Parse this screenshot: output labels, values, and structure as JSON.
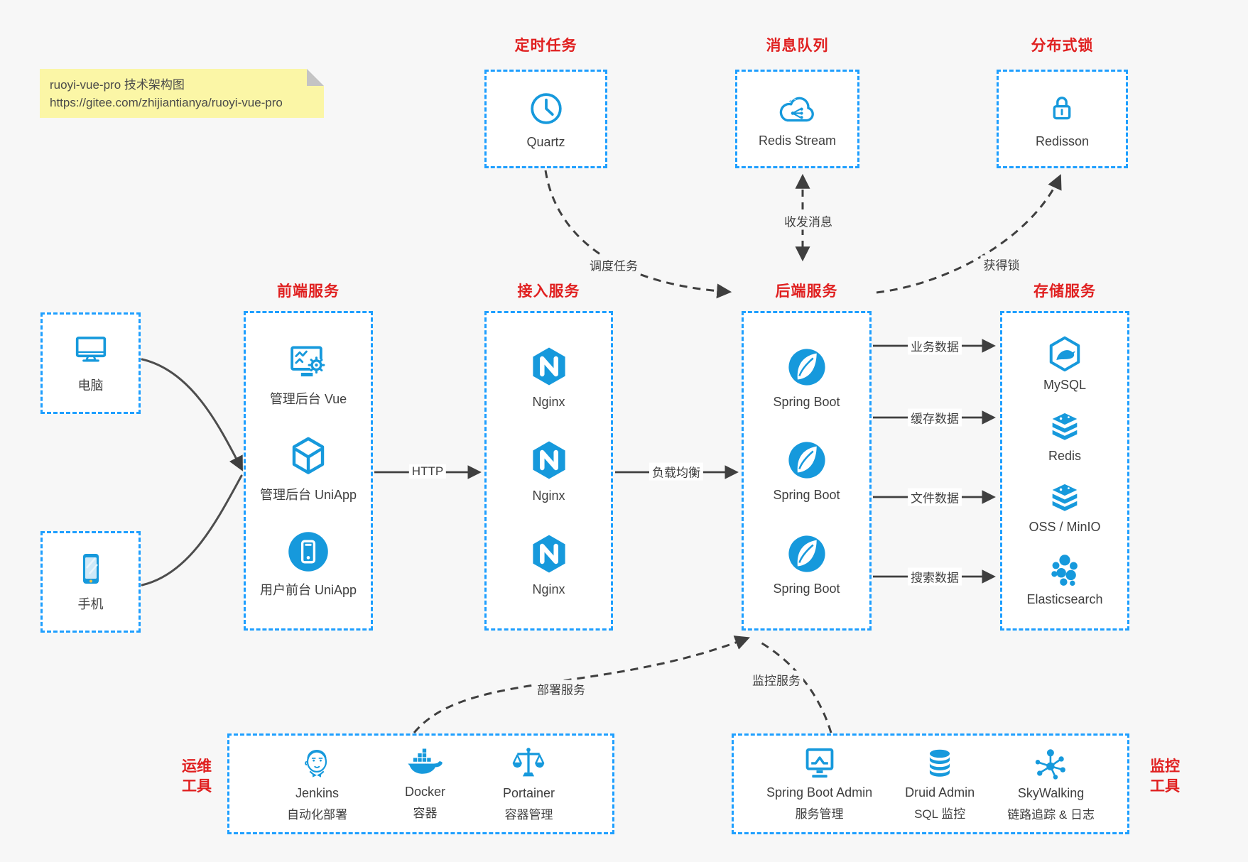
{
  "note": {
    "line1": "ruoyi-vue-pro 技术架构图",
    "line2": "https://gitee.com/zhijiantianya/ruoyi-vue-pro"
  },
  "groups": {
    "scheduler": {
      "title": "定时任务",
      "item": "Quartz"
    },
    "mq": {
      "title": "消息队列",
      "item": "Redis Stream"
    },
    "lock": {
      "title": "分布式锁",
      "item": "Redisson"
    },
    "clients": {
      "computer": "电脑",
      "phone": "手机"
    },
    "frontend": {
      "title": "前端服务",
      "items": [
        "管理后台 Vue",
        "管理后台 UniApp",
        "用户前台 UniApp"
      ]
    },
    "gateway": {
      "title": "接入服务",
      "items": [
        "Nginx",
        "Nginx",
        "Nginx"
      ]
    },
    "backend": {
      "title": "后端服务",
      "items": [
        "Spring Boot",
        "Spring Boot",
        "Spring Boot"
      ]
    },
    "storage": {
      "title": "存储服务",
      "items": [
        "MySQL",
        "Redis",
        "OSS / MinIO",
        "Elasticsearch"
      ]
    },
    "ops": {
      "title_line1": "运维",
      "title_line2": "工具",
      "items": [
        {
          "name": "Jenkins",
          "desc": "自动化部署"
        },
        {
          "name": "Docker",
          "desc": "容器"
        },
        {
          "name": "Portainer",
          "desc": "容器管理"
        }
      ]
    },
    "monitor": {
      "title_line1": "监控",
      "title_line2": "工具",
      "items": [
        {
          "name": "Spring Boot Admin",
          "desc": "服务管理"
        },
        {
          "name": "Druid Admin",
          "desc": "SQL 监控"
        },
        {
          "name": "SkyWalking",
          "desc": "链路追踪 & 日志"
        }
      ]
    }
  },
  "edges": {
    "http": "HTTP",
    "load_balance": "负载均衡",
    "schedule": "调度任务",
    "message": "收发消息",
    "acquire_lock": "获得锁",
    "business_data": "业务数据",
    "cache_data": "缓存数据",
    "file_data": "文件数据",
    "search_data": "搜索数据",
    "deploy": "部署服务",
    "monitoring": "监控服务"
  },
  "colors": {
    "icon_blue": "#1699dc",
    "border_blue": "#1e9fff",
    "title_red": "#e02020",
    "arrow_dark": "#3f3f3f",
    "note_yellow": "#fbf6a6",
    "page_bg": "#f7f7f7"
  }
}
